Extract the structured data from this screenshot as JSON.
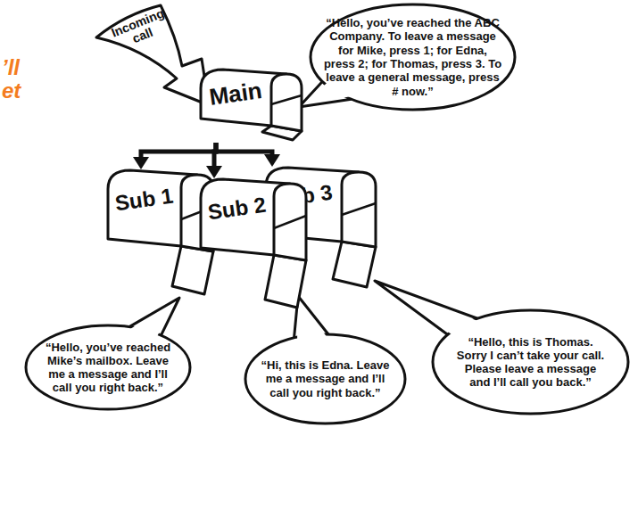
{
  "diagram": {
    "nodes": [
      {
        "text": [
          "Incoming call"
        ]
      },
      {
        "text": [
          "“Hello, you’ve reached the ABC Company. To leave a message for Mike, press 1; for Edna, press 2; for Thomas, press 3. To leave a general message, press # now.”"
        ]
      },
      {
        "text": [
          "Main"
        ]
      },
      {
        "text": [
          "Sub 1"
        ]
      },
      {
        "text": [
          "Sub 2"
        ]
      },
      {
        "text": [
          "Sub 3"
        ]
      },
      {
        "text": [
          "“Hello, you’ve reached Mike’s mailbox. Leave me a message and I’ll call you right back.”"
        ]
      },
      {
        "text": [
          "“Hi, this is Edna. Leave me a message and I’ll call you right back.”"
        ]
      },
      {
        "text": [
          "“Hello, this is Thomas. Sorry I can’t take your call. Please leave a message and I’ll call you back.”"
        ]
      }
    ],
    "edges": [
      {
        "from": 2,
        "to": 3,
        "arrow": "to"
      },
      {
        "from": 2,
        "to": 4,
        "arrow": "to"
      },
      {
        "from": 2,
        "to": 5,
        "arrow": "to"
      }
    ],
    "labels": [
      "’ll",
      "et"
    ]
  }
}
